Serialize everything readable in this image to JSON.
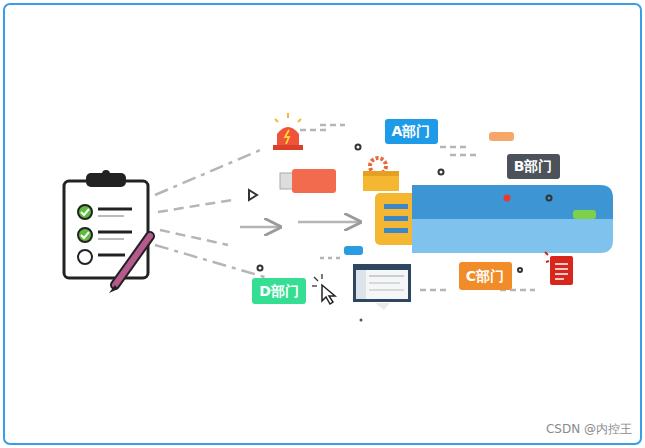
{
  "diagram": {
    "nodes": [
      {
        "text": [
          "A部门"
        ]
      },
      {
        "text": [
          "B部门"
        ]
      },
      {
        "text": [
          "C部门"
        ]
      },
      {
        "text": [
          "D部门"
        ]
      }
    ],
    "labels": [
      "CSDN @内控王"
    ]
  }
}
